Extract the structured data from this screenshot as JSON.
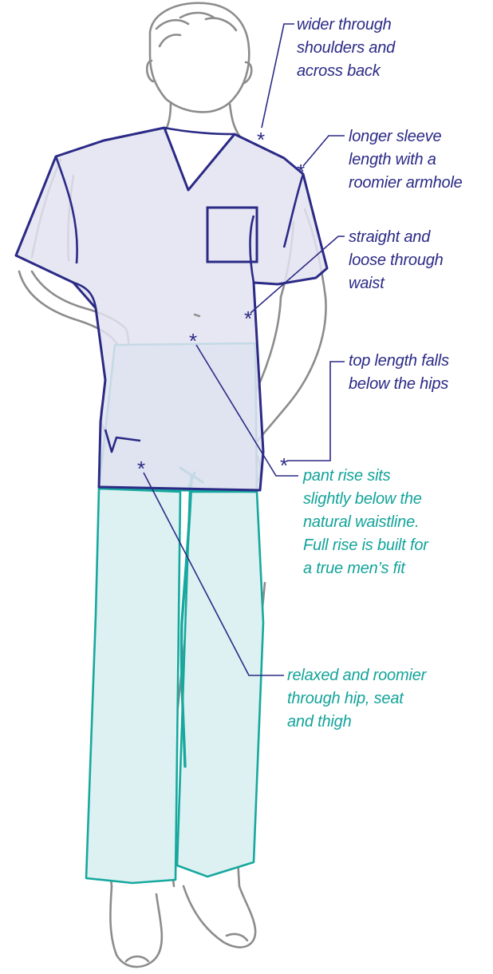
{
  "colors": {
    "outline_gray": "#8c8c8c",
    "top_stroke": "#2b2a86",
    "top_fill": "#e3e3f1",
    "pant_stroke": "#17a89e",
    "pant_fill": "#ddf1f2",
    "pant_waist_fill": "#cfe0ea",
    "navy_text": "#2b2a86",
    "teal_text": "#13a39a"
  },
  "annotations": [
    {
      "id": "shoulders",
      "color": "navy",
      "lines": [
        "wider through",
        "shoulders and",
        "across back"
      ]
    },
    {
      "id": "sleeve",
      "color": "navy",
      "lines": [
        "longer sleeve",
        "length with a",
        "roomier armhole"
      ]
    },
    {
      "id": "waist",
      "color": "navy",
      "lines": [
        "straight and",
        "loose through",
        "waist"
      ]
    },
    {
      "id": "top-length",
      "color": "navy",
      "lines": [
        "top length falls",
        "below the hips"
      ]
    },
    {
      "id": "pant-rise",
      "color": "teal",
      "lines": [
        "pant rise sits",
        "slightly below the",
        "natural waistline.",
        "Full rise is built for",
        "a true men’s fit"
      ]
    },
    {
      "id": "hip-seat-thigh",
      "color": "teal",
      "lines": [
        "relaxed and roomier",
        "through hip, seat",
        "and thigh"
      ]
    }
  ],
  "markers": {
    "symbol": "*"
  }
}
